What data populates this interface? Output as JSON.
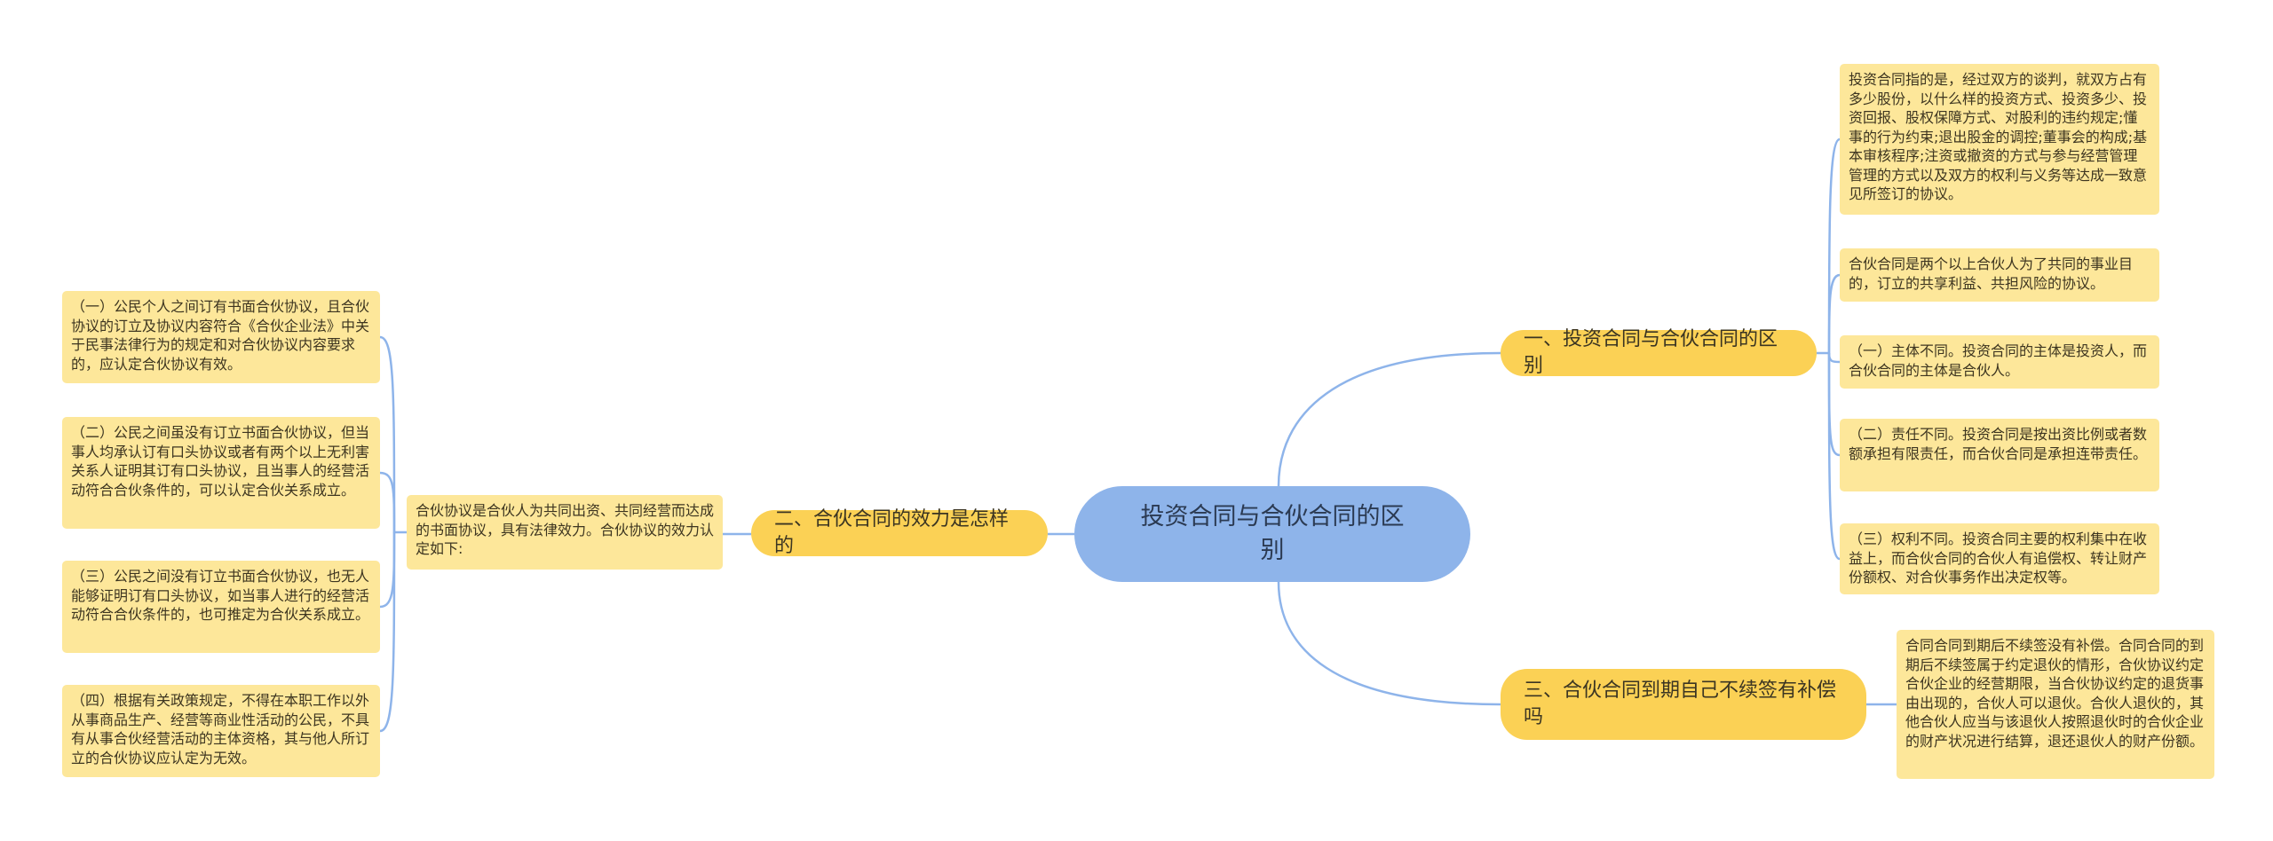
{
  "root": {
    "label": "投资合同与合伙合同的区别"
  },
  "branches": [
    {
      "label": "一、投资合同与合伙合同的区别",
      "children": [
        "投资合同指的是，经过双方的谈判，就双方占有多少股份，以什么样的投资方式、投资多少、投资回报、股权保障方式、对股利的违约规定;懂事的行为约束;退出股金的调控;董事会的构成;基本审核程序;注资或撤资的方式与参与经营管理管理的方式以及双方的权利与义务等达成一致意见所签订的协议。",
        "合伙合同是两个以上合伙人为了共同的事业目的，订立的共享利益、共担风险的协议。",
        "（一）主体不同。投资合同的主体是投资人，而合伙合同的主体是合伙人。",
        "（二）责任不同。投资合同是按出资比例或者数额承担有限责任，而合伙合同是承担连带责任。",
        "（三）权利不同。投资合同主要的权利集中在收益上，而合伙合同的合伙人有追偿权、转让财产份额权、对合伙事务作出决定权等。"
      ]
    },
    {
      "label": "二、合伙合同的效力是怎样的",
      "intro": "合伙协议是合伙人为共同出资、共同经营而达成的书面协议，具有法律效力。合伙协议的效力认定如下:",
      "children": [
        "（一）公民个人之间订有书面合伙协议，且合伙协议的订立及协议内容符合《合伙企业法》中关于民事法律行为的规定和对合伙协议内容要求的，应认定合伙协议有效。",
        "（二）公民之间虽没有订立书面合伙协议，但当事人均承认订有口头协议或者有两个以上无利害关系人证明其订有口头协议，且当事人的经营活动符合合伙条件的，可以认定合伙关系成立。",
        "（三）公民之间没有订立书面合伙协议，也无人能够证明订有口头协议，如当事人进行的经营活动符合合伙条件的，也可推定为合伙关系成立。",
        "（四）根据有关政策规定，不得在本职工作以外从事商品生产、经营等商业性活动的公民，不具有从事合伙经营活动的主体资格，其与他人所订立的合伙协议应认定为无效。"
      ]
    },
    {
      "label": "三、合伙合同到期自己不续签有补偿吗",
      "children": [
        "合同合同到期后不续签没有补偿。合同合同的到期后不续签属于约定退伙的情形，合伙协议约定合伙企业的经营期限，当合伙协议约定的退货事由出现的，合伙人可以退伙。合伙人退伙的，其他合伙人应当与该退伙人按照退伙时的合伙企业的财产状况进行结算，退还退伙人的财产份额。"
      ]
    }
  ],
  "colors": {
    "root": "#8eb4ea",
    "branch": "#fbd155",
    "leaf": "#fde79a",
    "connector": "#8eb4ea"
  }
}
